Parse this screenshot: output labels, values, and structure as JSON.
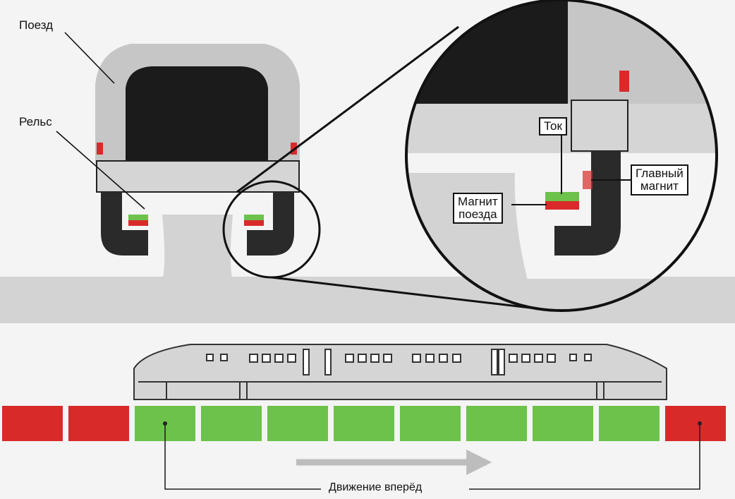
{
  "labels": {
    "train": "Поезд",
    "rail": "Рельс",
    "current": "Ток",
    "main_magnet": "Главный\nмагнит",
    "train_magnet": "Магнит\nпоезда",
    "motion": "Движение вперёд"
  },
  "track": {
    "segments": [
      "red",
      "red",
      "green",
      "green",
      "green",
      "green",
      "green",
      "green",
      "green",
      "green",
      "red"
    ]
  },
  "colors": {
    "red": "#d92a2a",
    "green": "#6cc24a",
    "body": "#c9c9c9",
    "dark": "#2a2a2a",
    "ground": "#d3d3d3"
  }
}
